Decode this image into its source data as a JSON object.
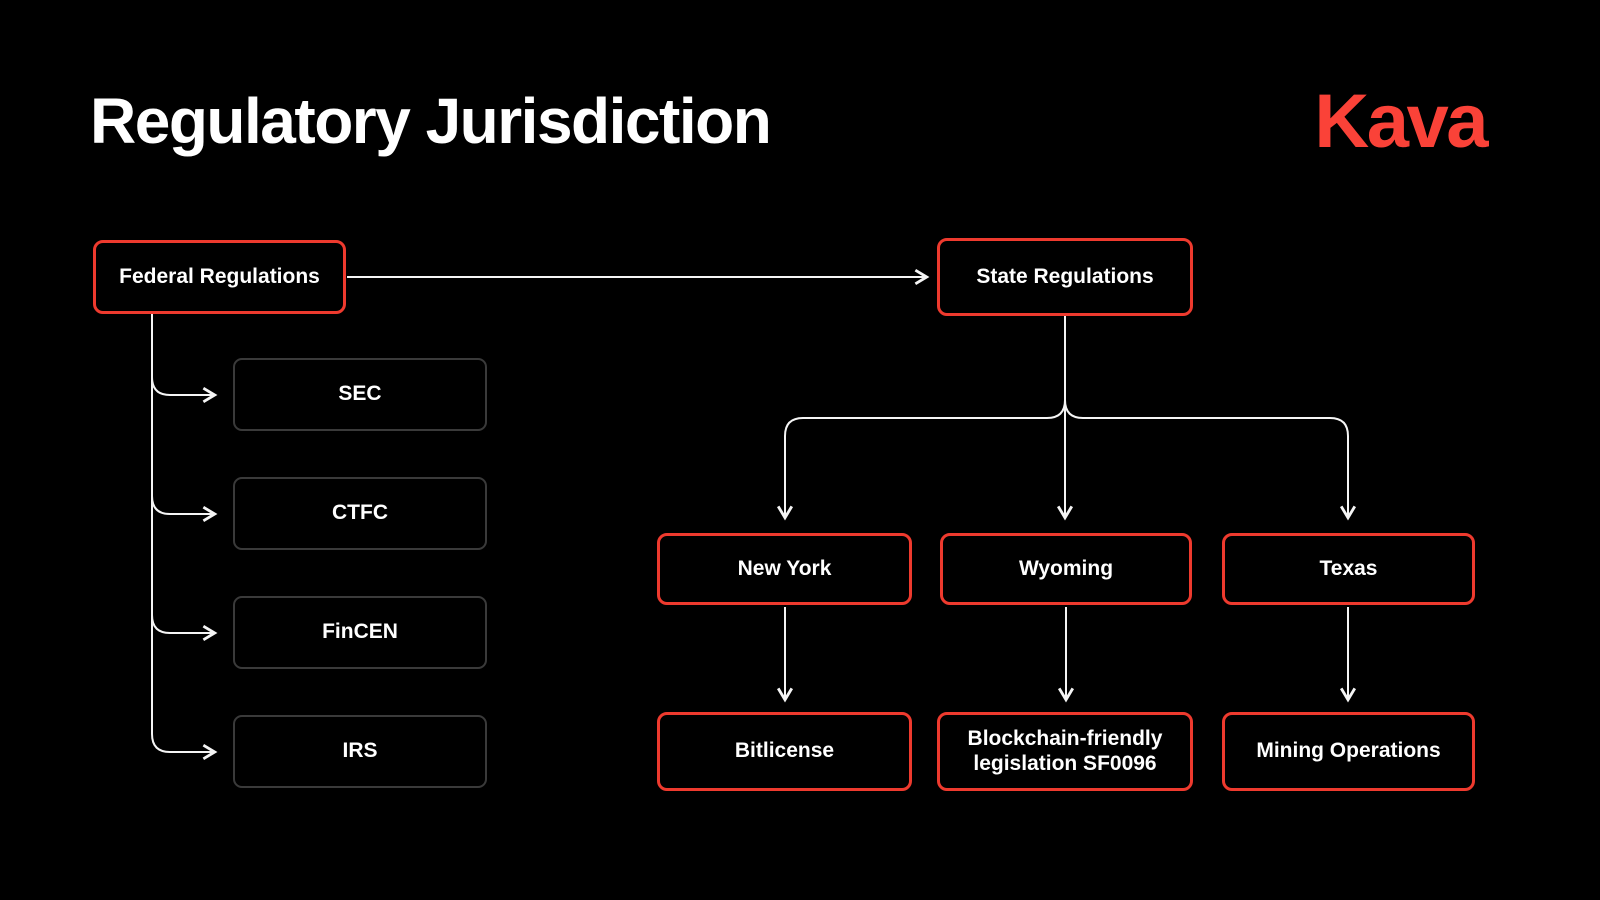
{
  "page": {
    "title": "Regulatory Jurisdiction",
    "brand": "Kava"
  },
  "colors": {
    "background": "#000000",
    "accent_red": "#EE3A2E",
    "logo_red": "#FA4238",
    "muted_border": "#3A3A3A",
    "line_white": "#F5F5F5",
    "text_white": "#FFFFFF"
  },
  "diagram": {
    "nodes": {
      "federal": {
        "label": "Federal Regulations",
        "style": "red"
      },
      "state": {
        "label": "State Regulations",
        "style": "red"
      },
      "federal_children": [
        {
          "label": "SEC",
          "style": "gray"
        },
        {
          "label": "CTFC",
          "style": "gray"
        },
        {
          "label": "FinCEN",
          "style": "gray"
        },
        {
          "label": "IRS",
          "style": "gray"
        }
      ],
      "state_children": [
        {
          "label": "New York",
          "style": "red"
        },
        {
          "label": "Wyoming",
          "style": "red"
        },
        {
          "label": "Texas",
          "style": "red"
        }
      ],
      "state_grandchildren": [
        {
          "label": "Bitlicense",
          "style": "red"
        },
        {
          "label": "Blockchain-friendly legislation SF0096",
          "style": "red"
        },
        {
          "label": "Mining Operations",
          "style": "red"
        }
      ]
    },
    "edges": [
      {
        "from": "Federal Regulations",
        "to": "State Regulations"
      },
      {
        "from": "Federal Regulations",
        "to": "SEC"
      },
      {
        "from": "Federal Regulations",
        "to": "CTFC"
      },
      {
        "from": "Federal Regulations",
        "to": "FinCEN"
      },
      {
        "from": "Federal Regulations",
        "to": "IRS"
      },
      {
        "from": "State Regulations",
        "to": "New York"
      },
      {
        "from": "State Regulations",
        "to": "Wyoming"
      },
      {
        "from": "State Regulations",
        "to": "Texas"
      },
      {
        "from": "New York",
        "to": "Bitlicense"
      },
      {
        "from": "Wyoming",
        "to": "Blockchain-friendly legislation SF0096"
      },
      {
        "from": "Texas",
        "to": "Mining Operations"
      }
    ]
  }
}
